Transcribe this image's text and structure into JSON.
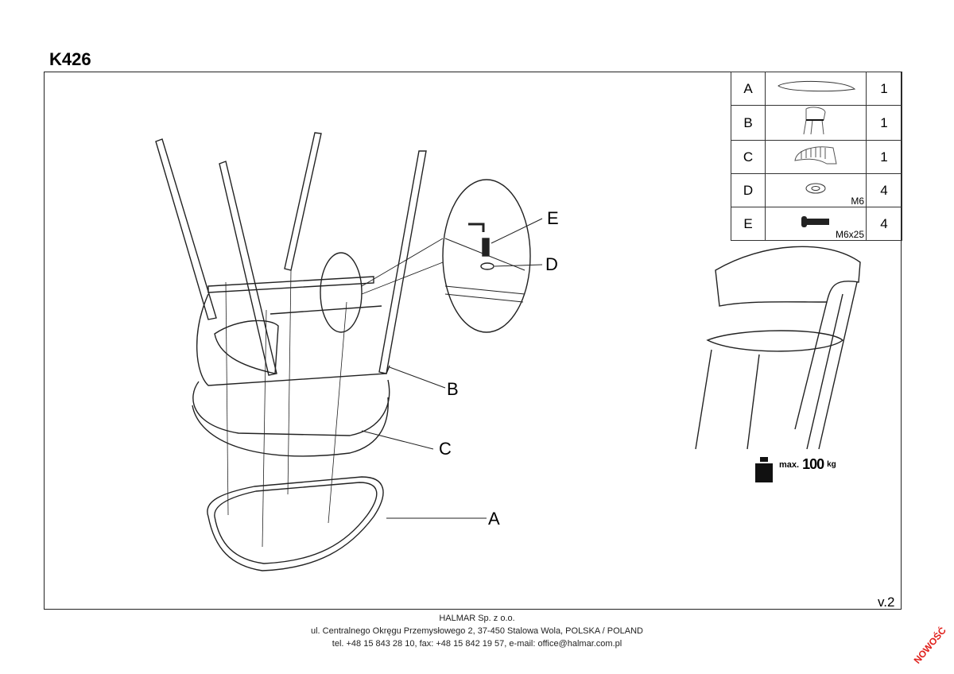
{
  "header": {
    "title": "K426"
  },
  "parts": [
    {
      "letter": "A",
      "qty": "1",
      "spec": ""
    },
    {
      "letter": "B",
      "qty": "1",
      "spec": ""
    },
    {
      "letter": "C",
      "qty": "1",
      "spec": ""
    },
    {
      "letter": "D",
      "qty": "4",
      "spec": "M6"
    },
    {
      "letter": "E",
      "qty": "4",
      "spec": "M6x25"
    }
  ],
  "callouts": {
    "A": "A",
    "B": "B",
    "C": "C",
    "D": "D",
    "E": "E"
  },
  "max_load": {
    "prefix": "max.",
    "value": "100",
    "unit": "kg"
  },
  "version": "v.2",
  "footer": {
    "company": "HALMAR Sp. z o.o.",
    "address": "ul. Centralnego Okręgu Przemysłowego 2, 37-450 Stalowa Wola, POLSKA / POLAND",
    "contact": "tel. +48 15 843 28 10, fax: +48 15 842 19 57, e-mail: office@halmar.com.pl"
  },
  "badge": "NOWOŚĆ",
  "colors": {
    "badge": "#e0201b",
    "line": "#222222"
  }
}
